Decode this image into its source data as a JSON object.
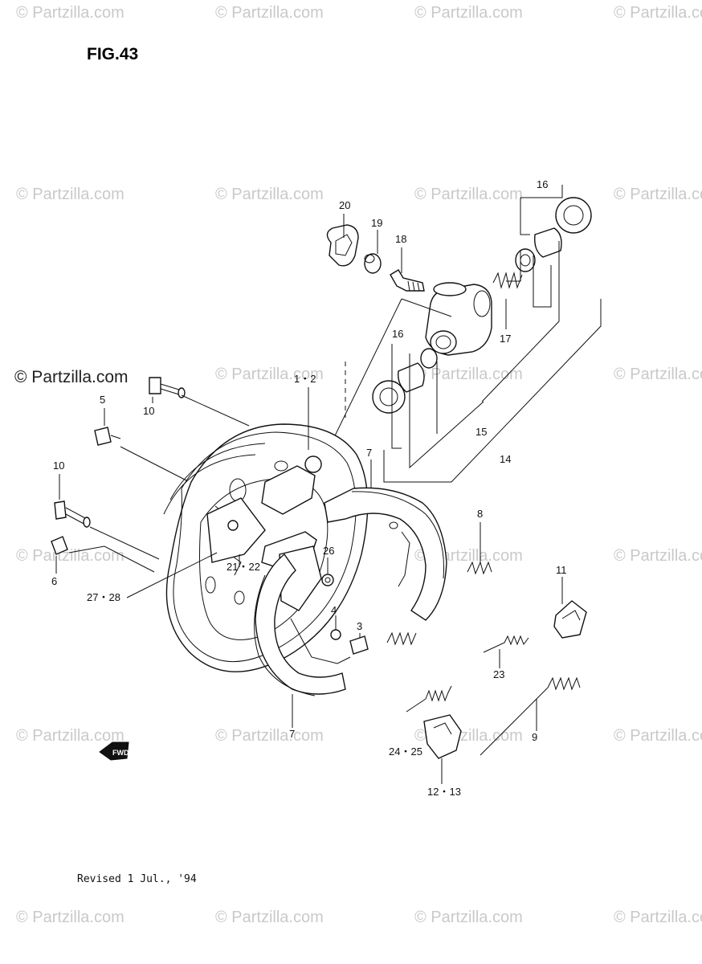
{
  "figure": {
    "title": "FIG.43"
  },
  "footer": {
    "revised": "Revised 1 Jul., '94"
  },
  "watermark": {
    "text": "© Partzilla.com"
  },
  "fwd_arrow": {
    "label": "FWD"
  },
  "callouts": {
    "c1_2": "1・2",
    "c3": "3",
    "c4": "4",
    "c5": "5",
    "c6": "6",
    "c7a": "7",
    "c7b": "7",
    "c8": "8",
    "c9": "9",
    "c10a": "10",
    "c10b": "10",
    "c11": "11",
    "c12_13": "12・13",
    "c14": "14",
    "c15": "15",
    "c16a": "16",
    "c16b": "16",
    "c17": "17",
    "c18": "18",
    "c19": "19",
    "c20": "20",
    "c21_22": "21・22",
    "c23": "23",
    "c24_25": "24・25",
    "c26": "26",
    "c27_28": "27・28"
  }
}
